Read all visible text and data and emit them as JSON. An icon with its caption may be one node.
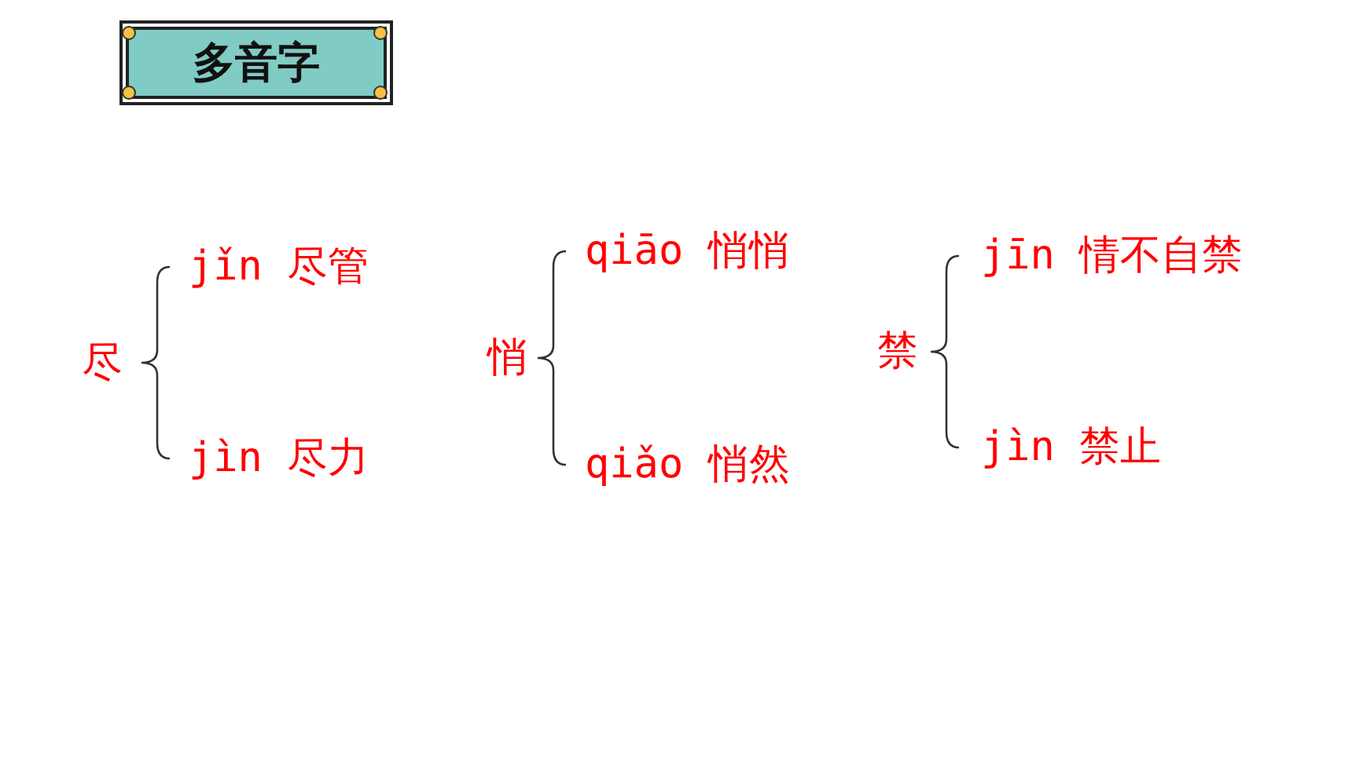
{
  "diagram": {
    "title": "多音字",
    "labels": [
      "尽",
      "jǐn 尽管",
      "jìn 尽力",
      "悄",
      "qiāo 悄悄",
      "qiǎo 悄然",
      "禁",
      "jīn 情不自禁",
      "jìn 禁止"
    ]
  }
}
